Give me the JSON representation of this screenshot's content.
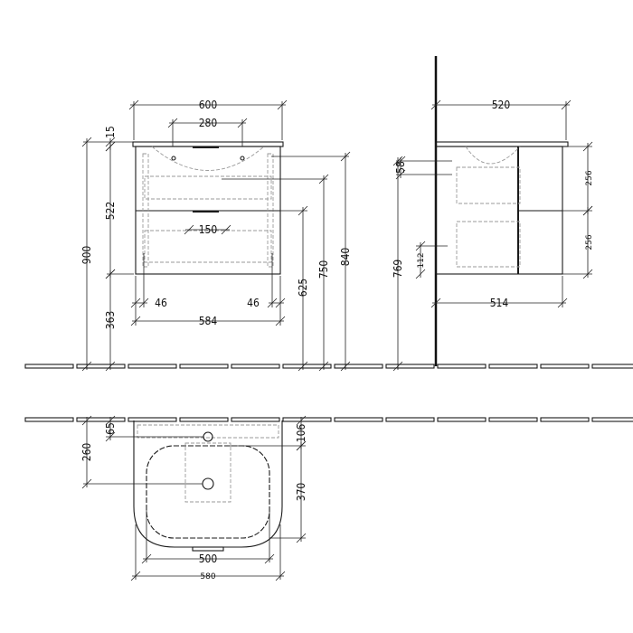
{
  "front_view": {
    "width_top": "600",
    "tap_spacing": "280",
    "top_thickness": "15",
    "total_height": "900",
    "cabinet_height": "522",
    "floor_clearance": "363",
    "side_inset_left": "46",
    "side_inset_right": "46",
    "cabinet_width": "584",
    "handle_width": "150",
    "height_625": "625",
    "height_750": "750",
    "height_840": "840"
  },
  "side_view": {
    "depth_top": "520",
    "drawer_height_upper": "256",
    "drawer_height_lower": "256",
    "dim_58": "58",
    "height_769": "769",
    "dim_112": "112",
    "cabinet_depth": "514"
  },
  "top_view": {
    "tap_hole_offset": "65",
    "drain_offset": "260",
    "basin_offset": "106",
    "basin_depth": "370",
    "basin_width": "500",
    "outer_width": "580"
  }
}
